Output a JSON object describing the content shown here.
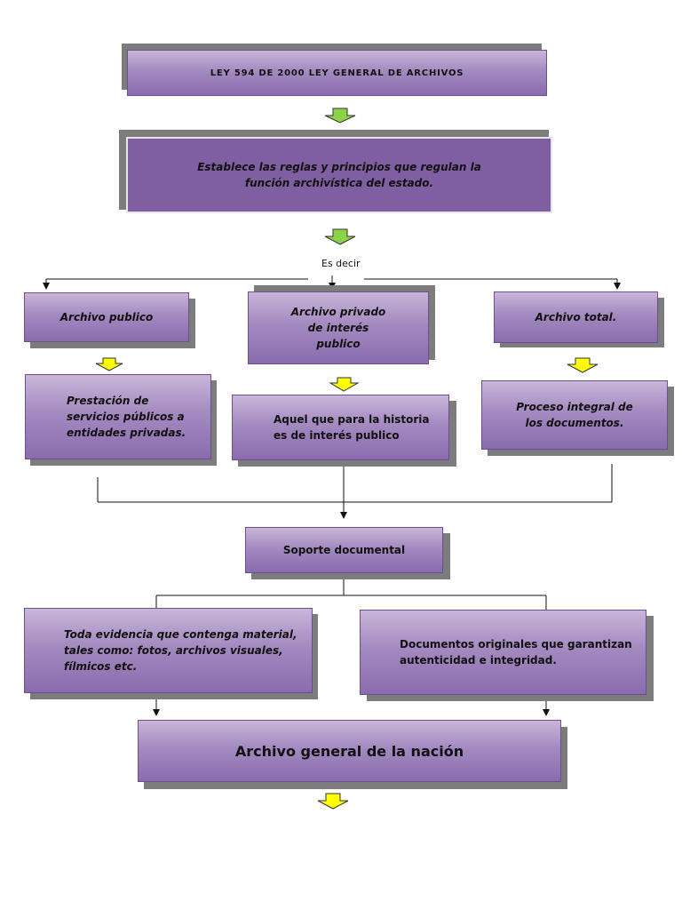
{
  "title": "LEY 594 DE 2000 LEY GENERAL DE ARCHIVOS",
  "purpose": "Establece las reglas y principios que regulan la función archivística del estado.",
  "es_decir": "Es decir",
  "archivo_publico": {
    "name": "Archivo publico",
    "description": "Prestación de servicios públicos a entidades privadas."
  },
  "archivo_privado": {
    "name": "Archivo  privado de interés publico",
    "description": "Aquel que para la historia es de interés publico"
  },
  "archivo_total": {
    "name": "Archivo total.",
    "description": "Proceso integral de los documentos."
  },
  "soporte": "Soporte documental",
  "evidencia": "Toda evidencia que contenga material, tales como: fotos, archivos visuales, fílmicos etc.",
  "originales": "Documentos originales que garantizan autenticidad e integridad.",
  "archivo_general": "Archivo general de la nación",
  "colors": {
    "box_fill": "#8a6cae",
    "box_dark": "#7f5fa1",
    "shadow": "#7c7c7c",
    "arrow_green": "#8cd34a",
    "arrow_yellow": "#ffff00"
  }
}
